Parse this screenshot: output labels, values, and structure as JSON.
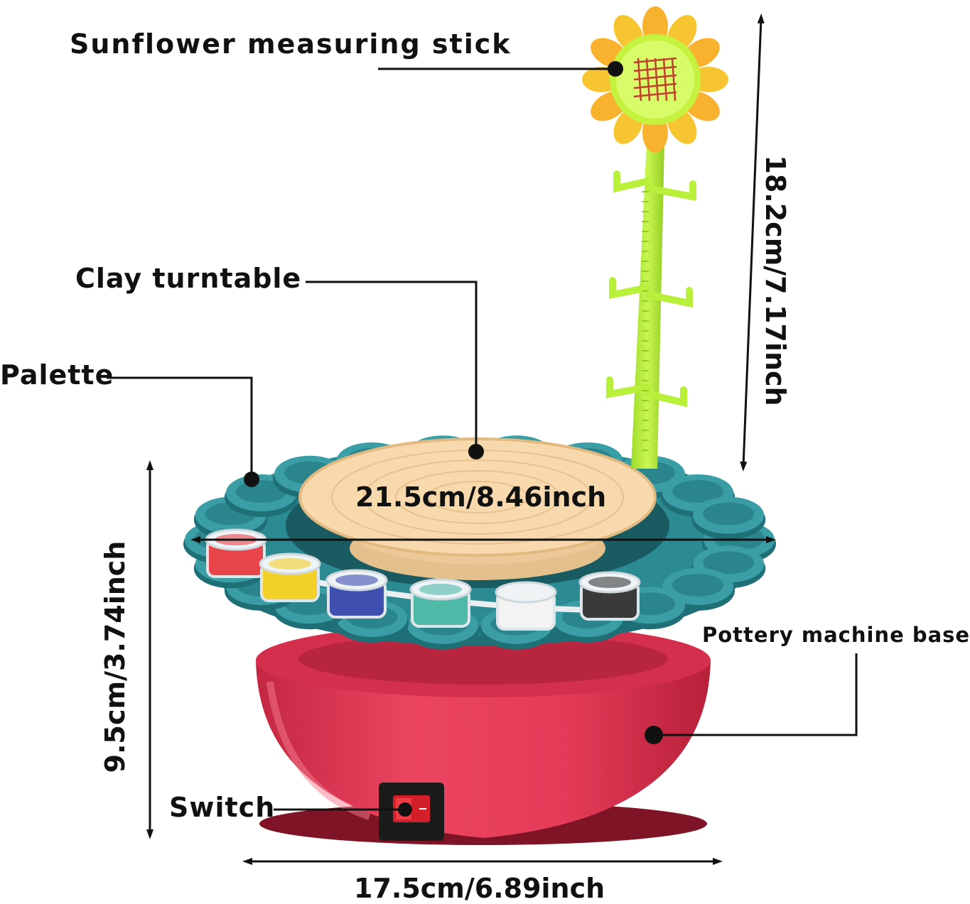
{
  "labels": {
    "sunflower": "Sunflower measuring stick",
    "clay_turntable": "Clay turntable",
    "palette": "Palette",
    "base": "Pottery machine base",
    "switch": "Switch"
  },
  "dimensions": {
    "turntable_width": "21.5cm/8.46inch",
    "base_width": "17.5cm/6.89inch",
    "stick_height": "18.2cm/7.17inch",
    "base_height": "9.5cm/3.74inch"
  },
  "colors": {
    "base_red": "#e23a57",
    "palette_teal": "#2c8a92",
    "turntable_tan": "#f4d4a6",
    "stick_green": "#b8f03c",
    "petal_yellow": "#f7c531",
    "line_black": "#111111"
  },
  "paint_colors": [
    "#e8454a",
    "#f3d12a",
    "#3f4fb0",
    "#4fb9a8",
    "#f4f4f4",
    "#3a3a3a"
  ]
}
